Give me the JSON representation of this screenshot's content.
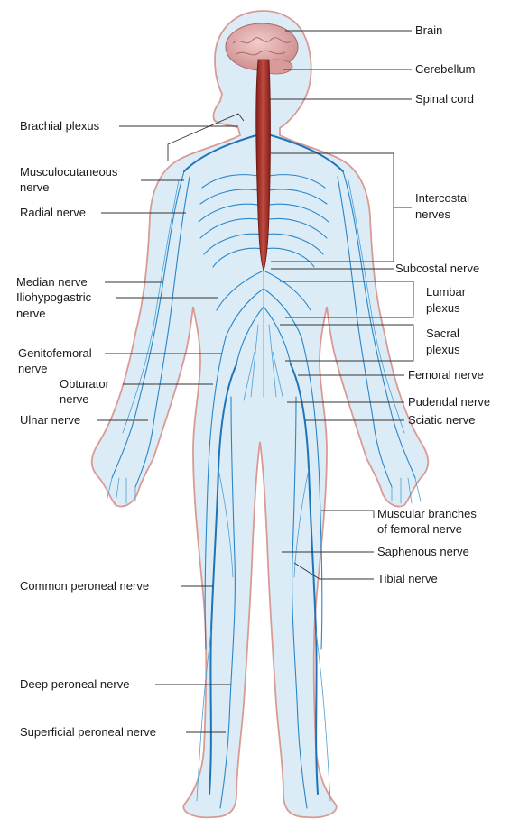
{
  "labels": {
    "brain": "Brain",
    "cerebellum": "Cerebellum",
    "spinal_cord": "Spinal cord",
    "brachial_plexus": "Brachial plexus",
    "musculocutaneous_1": "Musculocutaneous",
    "musculocutaneous_2": "nerve",
    "intercostal_1": "Intercostal",
    "intercostal_2": "nerves",
    "radial": "Radial nerve",
    "subcostal": "Subcostal nerve",
    "median": "Median nerve",
    "iliohypogastric_1": "Iliohypogastric",
    "iliohypogastric_2": "nerve",
    "lumbar_1": "Lumbar",
    "lumbar_2": "plexus",
    "sacral_1": "Sacral",
    "sacral_2": "plexus",
    "genitofemoral_1": "Genitofemoral",
    "genitofemoral_2": "nerve",
    "femoral": "Femoral nerve",
    "obturator_1": "Obturator",
    "obturator_2": "nerve",
    "pudendal": "Pudendal nerve",
    "ulnar": "Ulnar nerve",
    "sciatic": "Sciatic nerve",
    "muscular_branches_1": "Muscular branches",
    "muscular_branches_2": "of femoral nerve",
    "saphenous": "Saphenous nerve",
    "tibial": "Tibial nerve",
    "common_peroneal": "Common peroneal nerve",
    "deep_peroneal": "Deep peroneal nerve",
    "superficial_peroneal": "Superficial peroneal nerve"
  },
  "colors": {
    "body_fill": "#dcecf6",
    "body_outline": "#d99a94",
    "nerve": "#2a86c8",
    "spinal_cord": "#a8322a",
    "brain": "#e7b3b3"
  }
}
